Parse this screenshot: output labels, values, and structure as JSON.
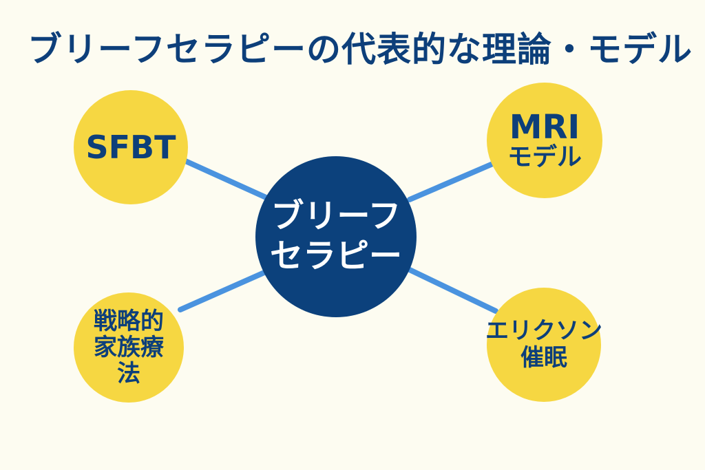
{
  "title": "ブリーフセラピーの代表的な理論・モデル",
  "center": {
    "lines": [
      "ブリーフ",
      "セラピー"
    ]
  },
  "nodes": {
    "sfbt": {
      "lines": [
        "SFBT"
      ]
    },
    "mri": {
      "lines": [
        "MRI",
        "モデル"
      ]
    },
    "strategic": {
      "lines": [
        "戦略的",
        "家族療",
        "法"
      ]
    },
    "erickson": {
      "lines": [
        "エリクソン",
        "催眠"
      ]
    }
  },
  "colors": {
    "background": "#fdfcf1",
    "title": "#0d3f7a",
    "hub": "#0c417c",
    "satellite": "#f6d742",
    "connector": "#4a93df"
  }
}
